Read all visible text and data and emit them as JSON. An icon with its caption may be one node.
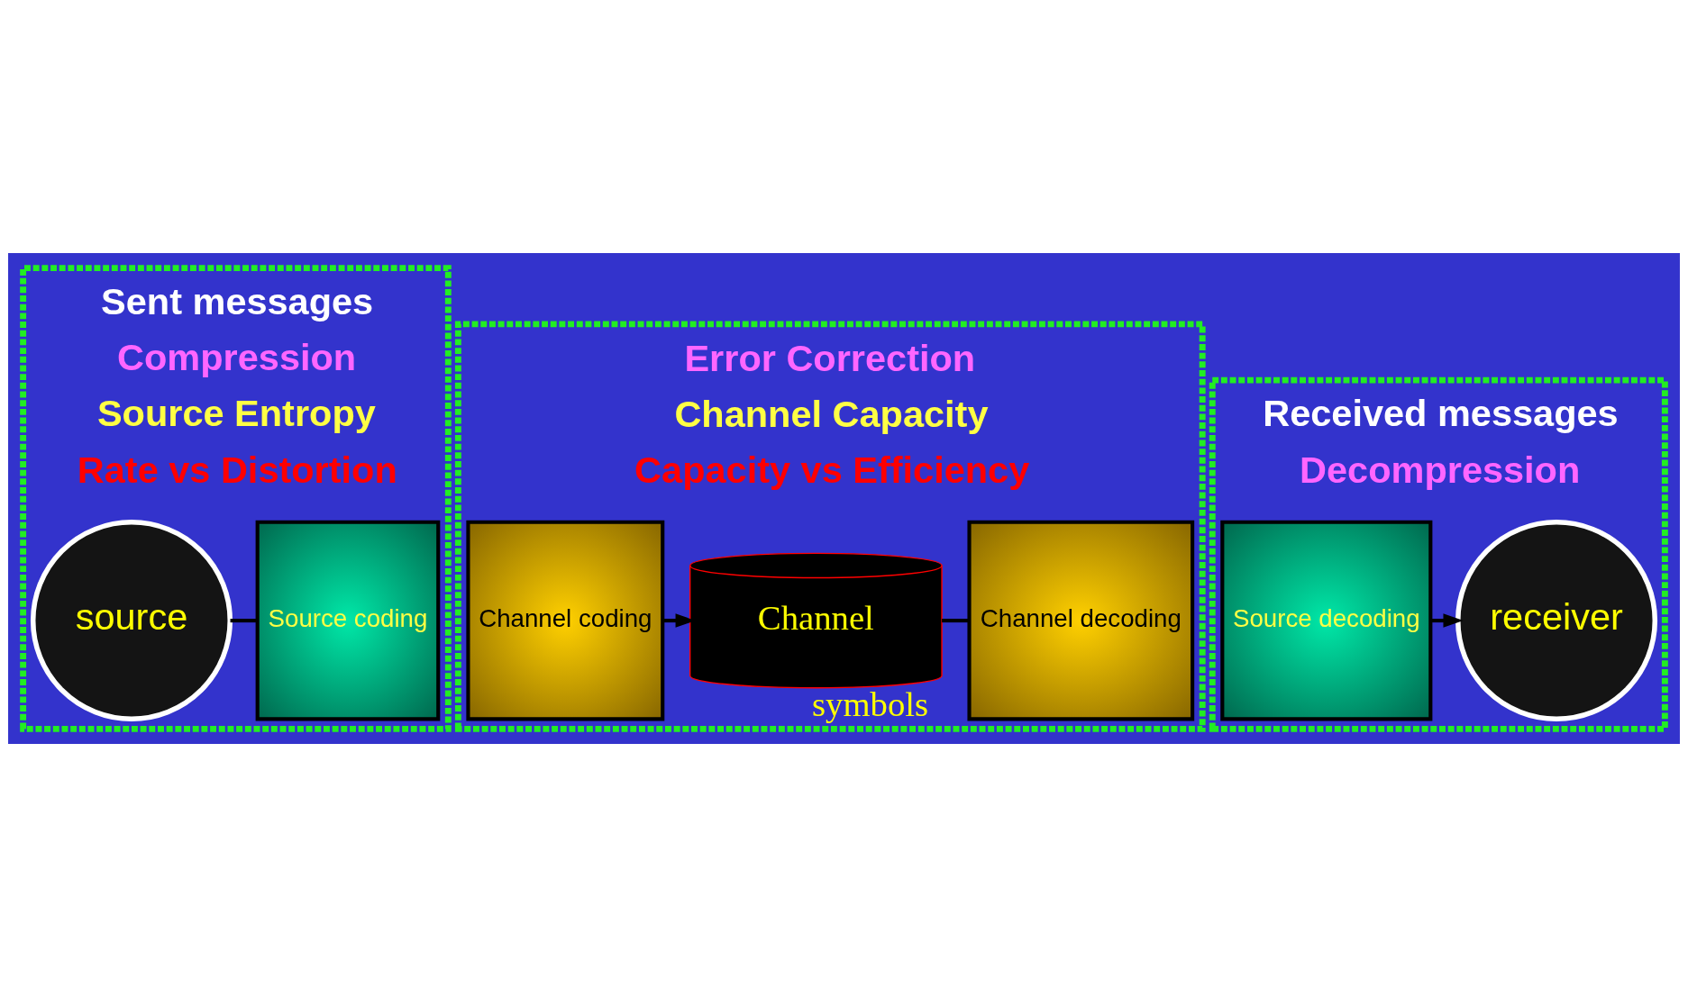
{
  "diagram": {
    "nodes": [
      {
        "text": [
          "Sent messages",
          "Compression",
          "Source Entropy",
          "Rate vs Distortion"
        ]
      },
      {
        "text": [
          "source"
        ],
        "in": 0
      },
      {
        "text": [
          "Source coding"
        ],
        "in": 0
      },
      {
        "text": [
          "Error Correction",
          "Channel Capacity",
          "Capacity vs Efficiency"
        ]
      },
      {
        "text": [
          "Channel coding"
        ],
        "in": 3
      },
      {
        "text": [
          "Channel"
        ],
        "in": 3,
        "beside": [
          "symbols"
        ]
      },
      {
        "text": [
          "Channel decoding"
        ],
        "in": 3
      },
      {
        "text": [
          "Received messages",
          "Decompression"
        ]
      },
      {
        "text": [
          "Source decoding"
        ],
        "in": 7
      },
      {
        "text": [
          "receiver"
        ],
        "in": 7
      }
    ],
    "edges": [
      {
        "from": 1,
        "to": 2,
        "arrow": "none"
      },
      {
        "from": 4,
        "to": 5,
        "arrow": "to"
      },
      {
        "from": 5,
        "to": 6,
        "arrow": "none"
      },
      {
        "from": 8,
        "to": 9,
        "arrow": "to"
      }
    ]
  }
}
